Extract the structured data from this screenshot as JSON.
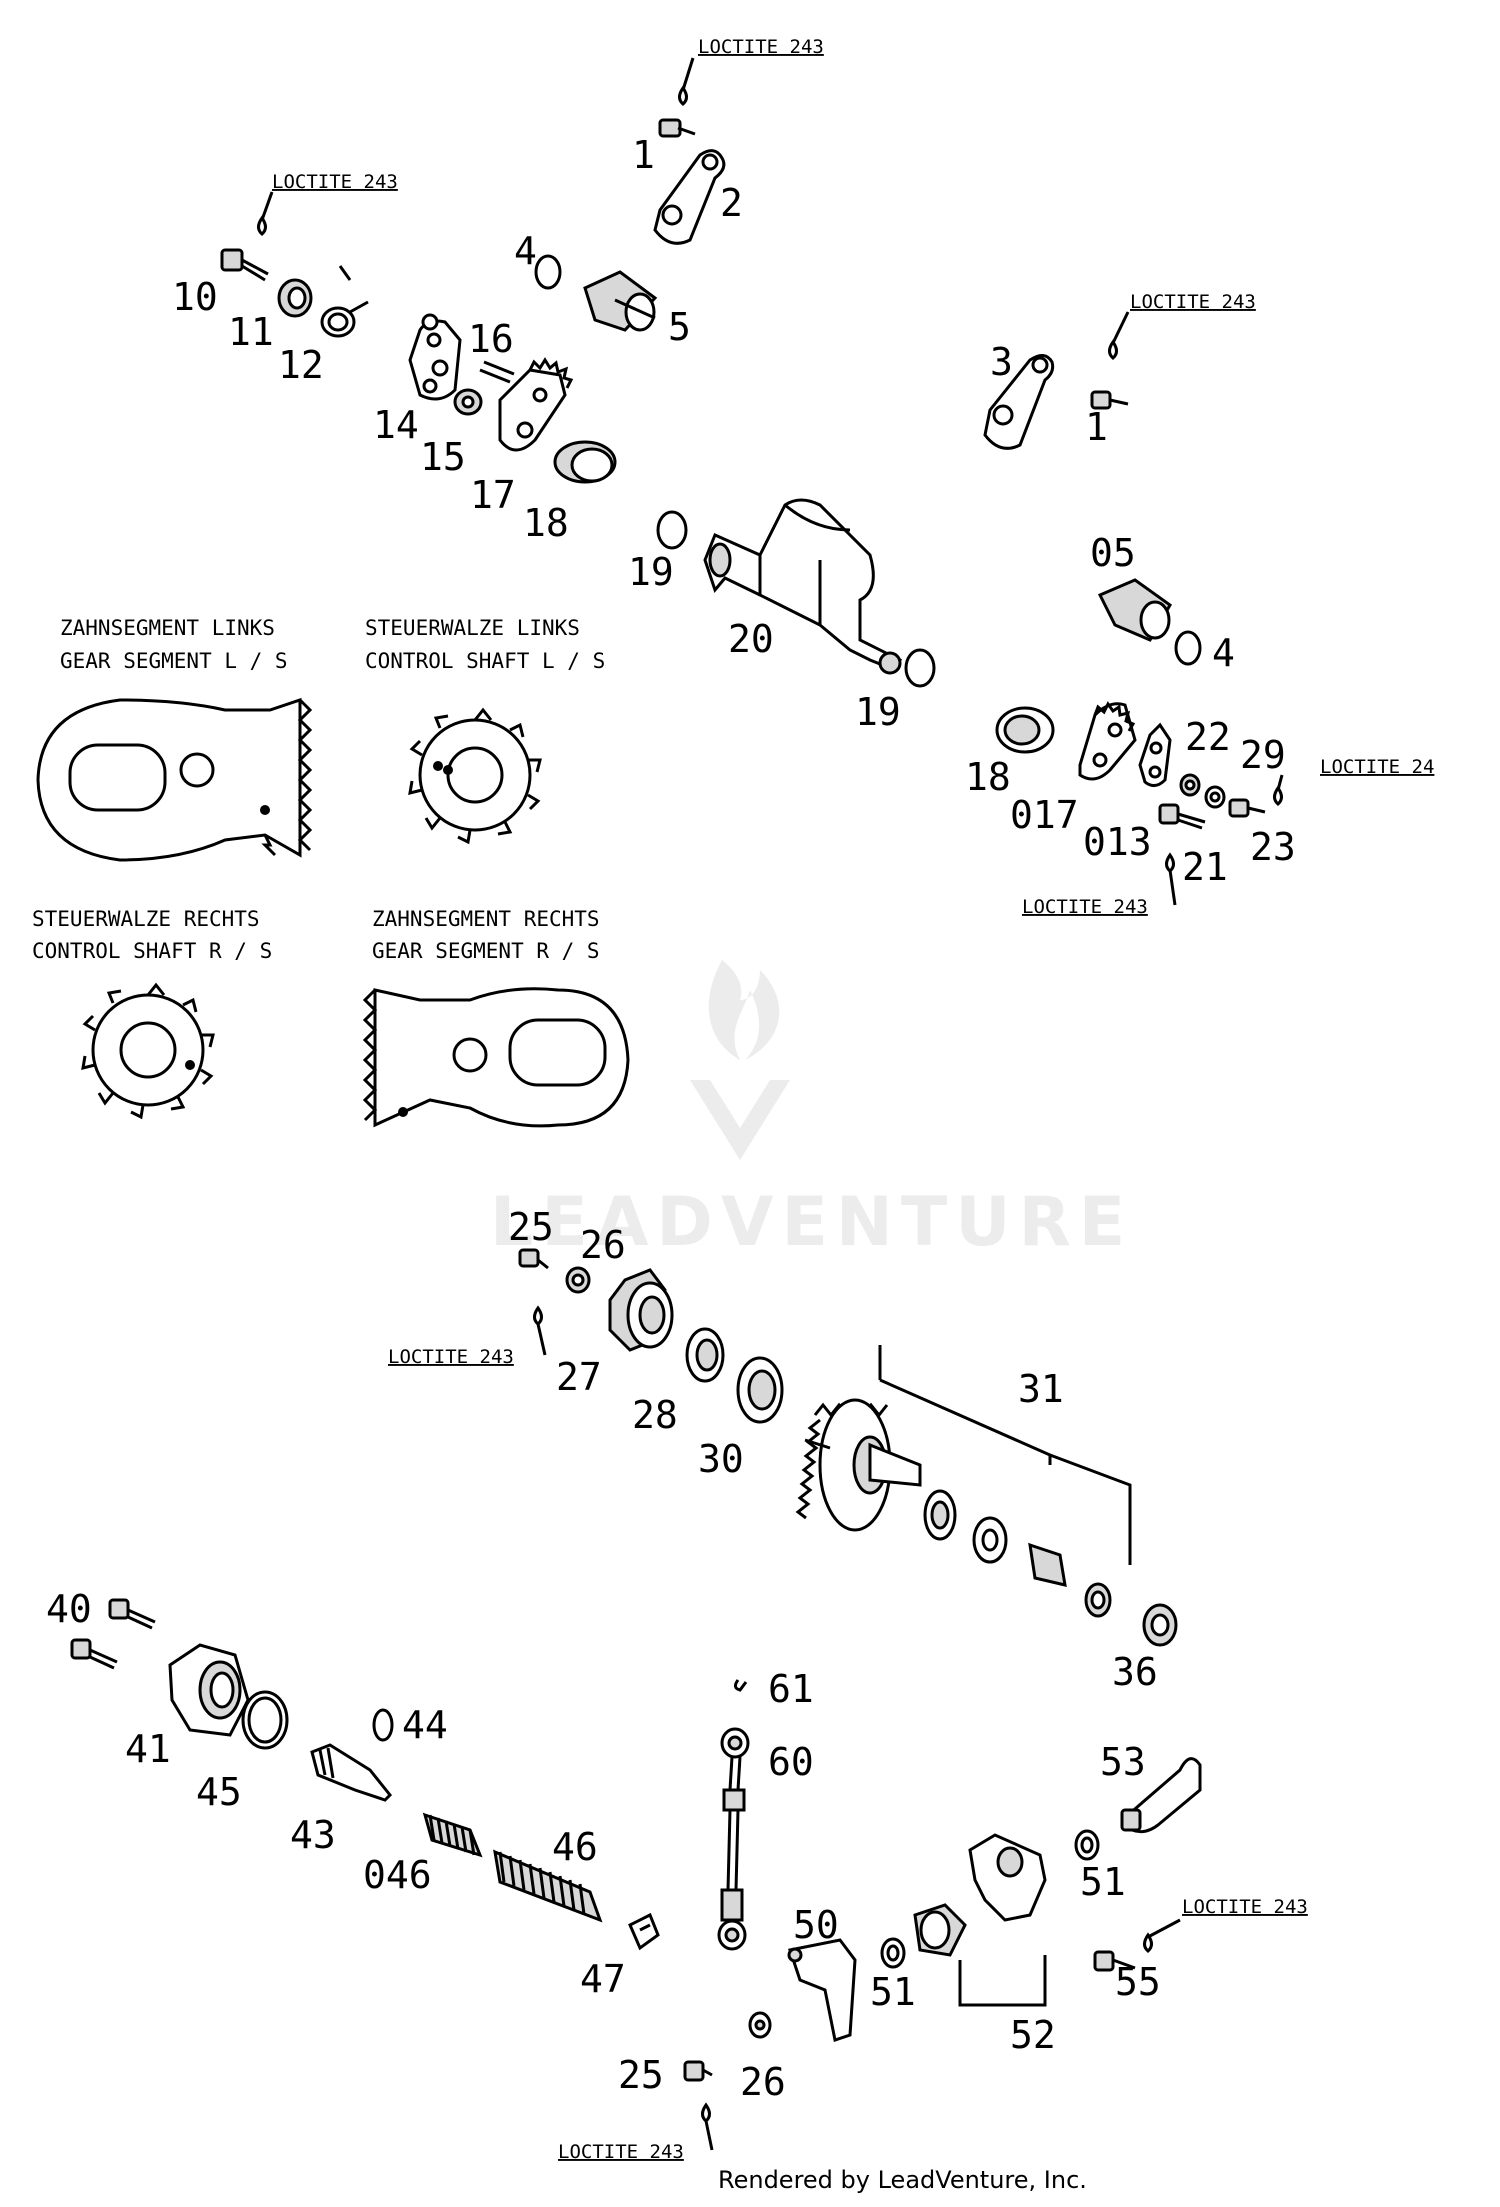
{
  "callouts": [
    "1",
    "2",
    "4",
    "5",
    "10",
    "11",
    "12",
    "16",
    "14",
    "15",
    "17",
    "18",
    "3",
    "1",
    "19",
    "20",
    "05",
    "4",
    "19",
    "18",
    "017",
    "013",
    "22",
    "29",
    "23",
    "21",
    "25",
    "26",
    "27",
    "28",
    "30",
    "31",
    "36",
    "40",
    "41",
    "45",
    "43",
    "44",
    "046",
    "46",
    "47",
    "61",
    "60",
    "53",
    "51",
    "51",
    "52",
    "55",
    "50",
    "25",
    "26"
  ],
  "loctite": [
    "LOCTITE 243",
    "LOCTITE 243",
    "LOCTITE 243",
    "LOCTITE 24",
    "LOCTITE 243",
    "LOCTITE 243",
    "LOCTITE 243",
    "LOCTITE 243"
  ],
  "captions": {
    "gear_left_de": "ZAHNSEGMENT LINKS",
    "gear_left_en": "GEAR SEGMENT L / S",
    "shaft_left_de": "STEUERWALZE LINKS",
    "shaft_left_en": "CONTROL SHAFT L / S",
    "shaft_right_de": "STEUERWALZE RECHTS",
    "shaft_right_en": "CONTROL SHAFT R / S",
    "gear_right_de": "ZAHNSEGMENT RECHTS",
    "gear_right_en": "GEAR SEGMENT R / S"
  },
  "watermark": "LEADVENTURE",
  "footer": "Rendered by LeadVenture, Inc."
}
